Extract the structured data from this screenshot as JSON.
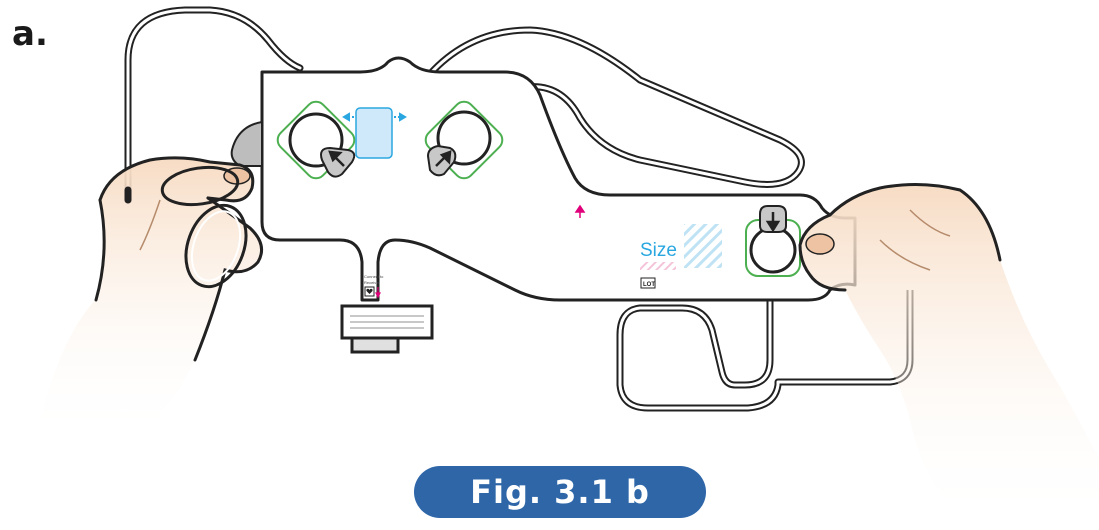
{
  "panel_label": "a.",
  "figure_badge": "Fig. 3.1 b",
  "device": {
    "size_label": "Size",
    "lot_label": "LOT",
    "connector_caption_line1": "Connect to",
    "connector_caption_line2": "Receiver"
  },
  "colors": {
    "badge": "#2e66a8",
    "outline": "#222222",
    "electrode_border": "#4caf50",
    "blue_accent": "#2aa7e0",
    "magenta_accent": "#e0007a",
    "pad_fill": "#cfe9fb",
    "skin": "#f7dcc4",
    "skin_shade": "#eec3a3"
  },
  "icons": [
    "arrow-up-left-icon",
    "arrow-up-right-icon",
    "arrow-down-icon",
    "heart-icon",
    "arrow-up-icon"
  ]
}
